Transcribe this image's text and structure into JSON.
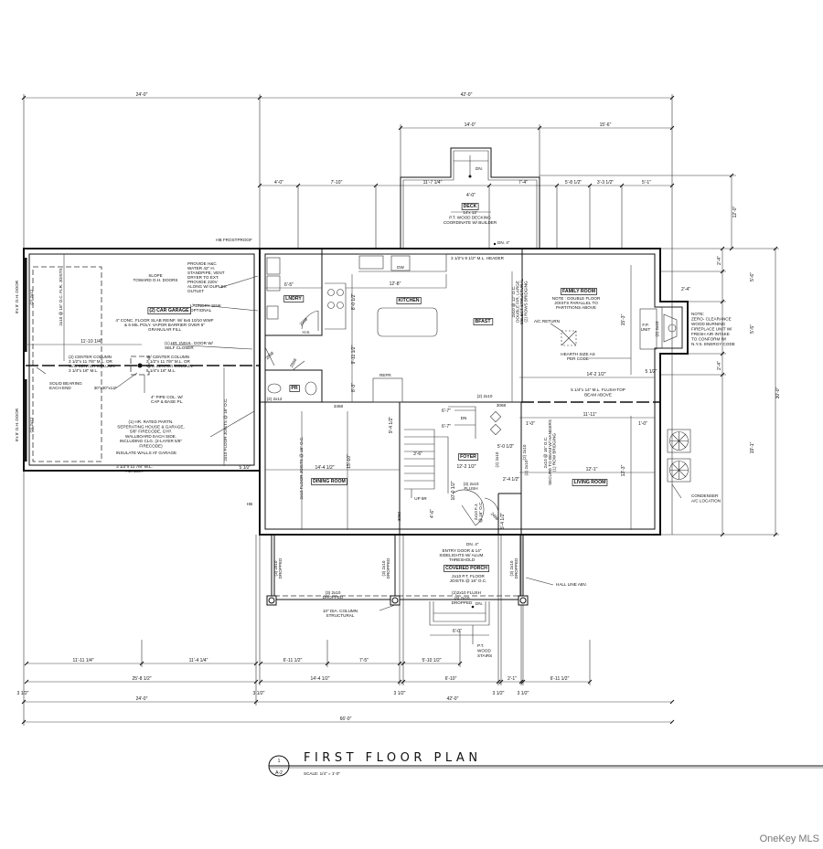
{
  "drawing": {
    "title": "FIRST FLOOR PLAN",
    "scale": "SCALE: 1/4\" = 1'-0\"",
    "detail_number": "1",
    "sheet": "A-2",
    "watermark": "OneKey MLS"
  },
  "dimensions": {
    "top": {
      "left_overall": "24'-0\"",
      "right_overall": "42'-0\"",
      "deck_width": "14'-0\"",
      "right_of_deck": "15'-6\"",
      "deck_stair": "4'-0\"",
      "deck_depth": "12'-0\"",
      "segments": [
        "4'-0\"",
        "7'-10\"",
        "11'-7 1/4\"",
        "7'-4\"",
        "5'-8 1/2\"",
        "3'-3 1/2\"",
        "5'-1\""
      ]
    },
    "right": {
      "upper_offset": "2'-4\"",
      "upper_run": "5'-6\"",
      "fireplace": "5'-5\"",
      "lower_offset": "2'-4\"",
      "lower_run": "19'-1\"",
      "overall": "30'-0\""
    },
    "bottom": {
      "row1": [
        "11'-11 1/4\"",
        "11'-4 1/4\"",
        "6'-11 1/2\"",
        "7'-5\"",
        "5'-10 1/2\""
      ],
      "row2": [
        "25'-8 1/2\"",
        "14'-4 1/2\"",
        "6'-10\"",
        "2'-1\"",
        "6'-11 1/2\""
      ],
      "wall_thickness": "3 1/2\"",
      "row3": [
        "24'-0\"",
        "42'-0\""
      ],
      "overall": "66'-0\""
    }
  },
  "rooms": {
    "deck": "DECK",
    "garage": "(2) CAR GARAGE",
    "laundry": "LNDRY",
    "kitchen": "KITCHEN",
    "bfast": "BFAST",
    "family_room": "FAMILY ROOM",
    "powder_room": "PR",
    "dining_room": "DINING ROOM",
    "foyer": "FOYER",
    "living_room": "LIVING ROOM",
    "covered_porch": "COVERED PORCH"
  },
  "notes": {
    "deck": [
      "14'x 12'",
      "P.T. WOOD DECKING",
      "COORDINATE W/ BUILDER"
    ],
    "deck_dn": "DN.",
    "hb_frostproof": "HB FROSTPROOF",
    "dn_4": "DN. 4\"",
    "kitchen_header": "3 1/2\"x 9 1/2\" M.L. HEADER",
    "slope": [
      "SLOPE",
      "TOWARD O.H. DOORS"
    ],
    "slab": [
      "4\" CONC. FLOOR SLAB REINF. W/ 6x6 10/10 WWF",
      "& 6 MIL POLY. VAPOR BARRIER OVER 6\"",
      "GRANULAR FILL"
    ],
    "provide_hc": [
      "PROVIDE H&C",
      "WATER 42\" H.",
      "STANDPIPE, VENT",
      "DRYER TO EXT.",
      "PROVIDE 220V",
      "ALONG W/ DUPLEX",
      "OUTLET"
    ],
    "laundry_sink": [
      "LAUNDRY SINK",
      "OPTIONAL"
    ],
    "insul_door": [
      "(1) HR. INSUL. DOOR W/",
      "SELF CLOSER"
    ],
    "center_column_left": [
      "(2) CENTER COLUMN",
      "3 1/2\"x 11 7/8\" M.L. OR",
      "W/O CENTER COLUMN",
      "3 1/4\"x 18\" M.L."
    ],
    "center_column_right": [
      "W/ CENTER COLUMN",
      "3 1/2\"x 11 7/8\" M.L. OR",
      "W/O CENTER COLUMN",
      "5 1/4\"x 18\" M.L."
    ],
    "solid_bearing": [
      "SOLID BEARING",
      "EACH END"
    ],
    "footing": "30\"x30\"x12\"",
    "pipe_col": [
      "4\" PIPE COL. W/",
      "CAP & BASE PL."
    ],
    "rated_partn": [
      "(1) HR. RATED PARTN.",
      "SEPERATING HOUSE & GARAGE,",
      "5/8\" FIRECODE, GYP.",
      "WALLBOARD EACH SIDE.",
      "INCLUDING CLG. (2-LAYER 5/8\"",
      "FIRECODE)"
    ],
    "insulate": "INSULATE WALLS AT GARAGE",
    "garage_header": [
      "3 1/2\"x 11 7/8\" M.L.",
      "HEADER"
    ],
    "garage_dim": "11'-10 1/4\"",
    "garage_joists": "2x10 @ 16\" O.C. FLR. JOISTS",
    "garage_joists_2": "2x10 FLOOR JOISTS @ 16\" O.C.",
    "oh_door": "9'x 8' O.H. DOOR",
    "oh_header": "(2) 2x12",
    "five_half": "5 1/2\"",
    "laundry_dim": "6'-5\"",
    "hs": "H.S.",
    "door_2068": "2068",
    "door_2868": "2868",
    "kitchen_dim": "12'-8\"",
    "dw": "DW",
    "refr": "REFR.",
    "kitchen_v1": "8'-0 1/2\"",
    "kitchen_v2": "9'-11 1/2\"",
    "kitchen_v3": "8'-3\"",
    "bfast_joists": [
      "2x10 @ 12\" O.C.",
      "DOUBLE FIR. LARGE",
      "SELECT STRUCTURAL",
      "(2) ROWS BRIDGING"
    ],
    "family_note": [
      "NOTE : DOUBLE FLOOR",
      "JOISTS PARALLEL TO",
      "PARTITIONS ABOVE"
    ],
    "ac_return": "A/C RETURN",
    "hearth": [
      "HEARTH SIZE AS",
      "PER CODE"
    ],
    "family_v": "15'-3\"",
    "fp_unit": [
      "F.P.",
      "UNIT"
    ],
    "fp_header": "(2) 2x10",
    "fp_offset": "2'-4\"",
    "family_w": "14'-2 1/2\"",
    "beam": [
      "5 1/4\"x 14\" M.L. FLUSH-TOP",
      "BEAM ABOVE"
    ],
    "fireplace_note": [
      "NOTE:",
      "ZERO- CLEARANCE",
      "WOOD BURNING",
      "FIREPLACE UNIT W/",
      "FRESH AIR INTAKE",
      "TO CONFORM W/",
      "N.Y.S. ENERGY CODE"
    ],
    "living_w1": "11'-11\"",
    "one_ft": "1'-0\"",
    "living_joists": [
      "2x10 @ 16\" O.C.",
      "SECURE TO BEAM W/ HANGERS",
      "(1) ROW BRIDGING"
    ],
    "living_w2": "12'-1\"",
    "living_v": "13'-3\"",
    "condenser": [
      "CONDENSER",
      "A/C LOCATION"
    ],
    "pr_header": "(2) 2x12",
    "door_3468": "3468",
    "foyer_header": "(2) 2x10",
    "door_3068": "3068",
    "dining_v": "9'-4 1/2\"",
    "stair_w": "6'-7\"",
    "stair_dn": "DN",
    "stair_run": "3'-6\"",
    "foyer_w": "5'-0 1/2\"",
    "foyer_w2": "12'-2 1/2\"",
    "closet_w": "2'-4 1/2\"",
    "flush": [
      "(3) 2x10",
      "FLUSH"
    ],
    "foyer_v": "10'-0 1/2\"",
    "up_5r": "UP 5R",
    "stair_v": "4'-6\"",
    "foyer_joists": [
      "2x10 F.J.",
      "@ 16\" O.C."
    ],
    "door_2468": "2468",
    "closet_v": "5'-4 1/2\"",
    "door_3060": "3060",
    "dining_w": "14'-4 1/2\"",
    "dining_v2": "15'-10\"",
    "hb": "HB",
    "entry_door": [
      "ENTRY DOOR & 14\"",
      "SIDELIGHTS W/ ALUM.",
      "THRESHOLD"
    ],
    "porch_joists": [
      "2x10 P.T. FLOOR",
      "JOISTS @ 16\" O.C."
    ],
    "dropped": [
      "(3) 2x10",
      "DROPPED"
    ],
    "porch_flush": "(2)2x10 FLUSH",
    "porch_dn": "DN.",
    "hall_line": "HALL LINE ABV.",
    "column": [
      "10\" DIA. COLUMN",
      "STRUCTURAL"
    ],
    "porch_stair_w": "6'-0\"",
    "pt_stairs": [
      "P.T.",
      "WOOD",
      "STAIRS"
    ]
  }
}
